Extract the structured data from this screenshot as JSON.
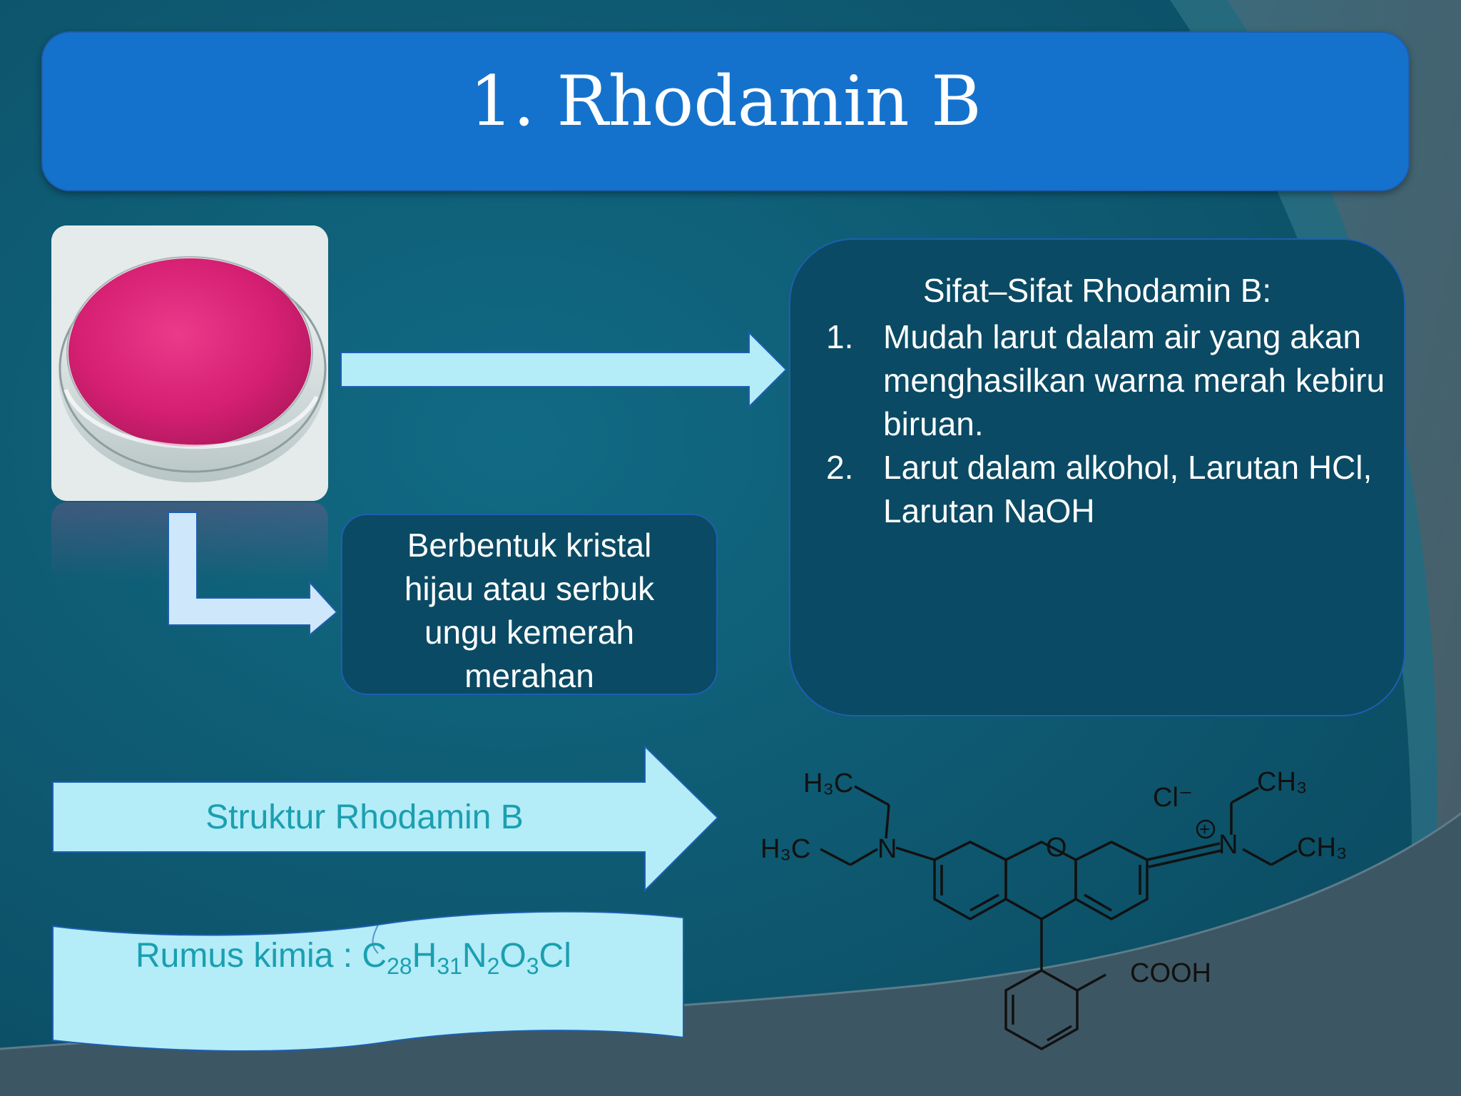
{
  "slide": {
    "title": "1. Rhodamin B",
    "colors": {
      "background": "#0f5a70",
      "title_bar": "#1572cc",
      "dark_box": "#0a4a64",
      "light_arrow": "#b4ecf8",
      "accent_text": "#1b9fb0",
      "powder": "#dd2277"
    }
  },
  "image": {
    "icon": "rhodamine-powder-dish-image"
  },
  "form_box": {
    "lines": [
      "Berbentuk kristal",
      "hijau atau serbuk",
      "ungu kemerah",
      "merahan"
    ]
  },
  "properties": {
    "title": "Sifat–Sifat Rhodamin B:",
    "items": [
      {
        "num": "1.",
        "text": "Mudah larut dalam air yang akan menghasilkan warna merah kebiru biruan."
      },
      {
        "num": "2.",
        "text": "Larut dalam alkohol, Larutan HCl, Larutan NaOH"
      }
    ]
  },
  "structure_arrow": {
    "label": "Struktur Rhodamin B"
  },
  "formula": {
    "prefix": "Rumus kimia : ",
    "parts": [
      {
        "t": "C",
        "sub": "28"
      },
      {
        "t": "H",
        "sub": "31"
      },
      {
        "t": "N",
        "sub": "2"
      },
      {
        "t": "O",
        "sub": "3"
      },
      {
        "t": "Cl",
        "sub": ""
      }
    ]
  },
  "molecule": {
    "labels": {
      "h3c_top": "H₃C",
      "h3c_left": "H₃C",
      "n_left": "N",
      "oxygen": "O",
      "chloride": "Cl⁻",
      "plus": "+",
      "n_right": "N",
      "ch3_top": "CH₃",
      "ch3_right": "CH₃",
      "cooh": "COOH"
    }
  }
}
